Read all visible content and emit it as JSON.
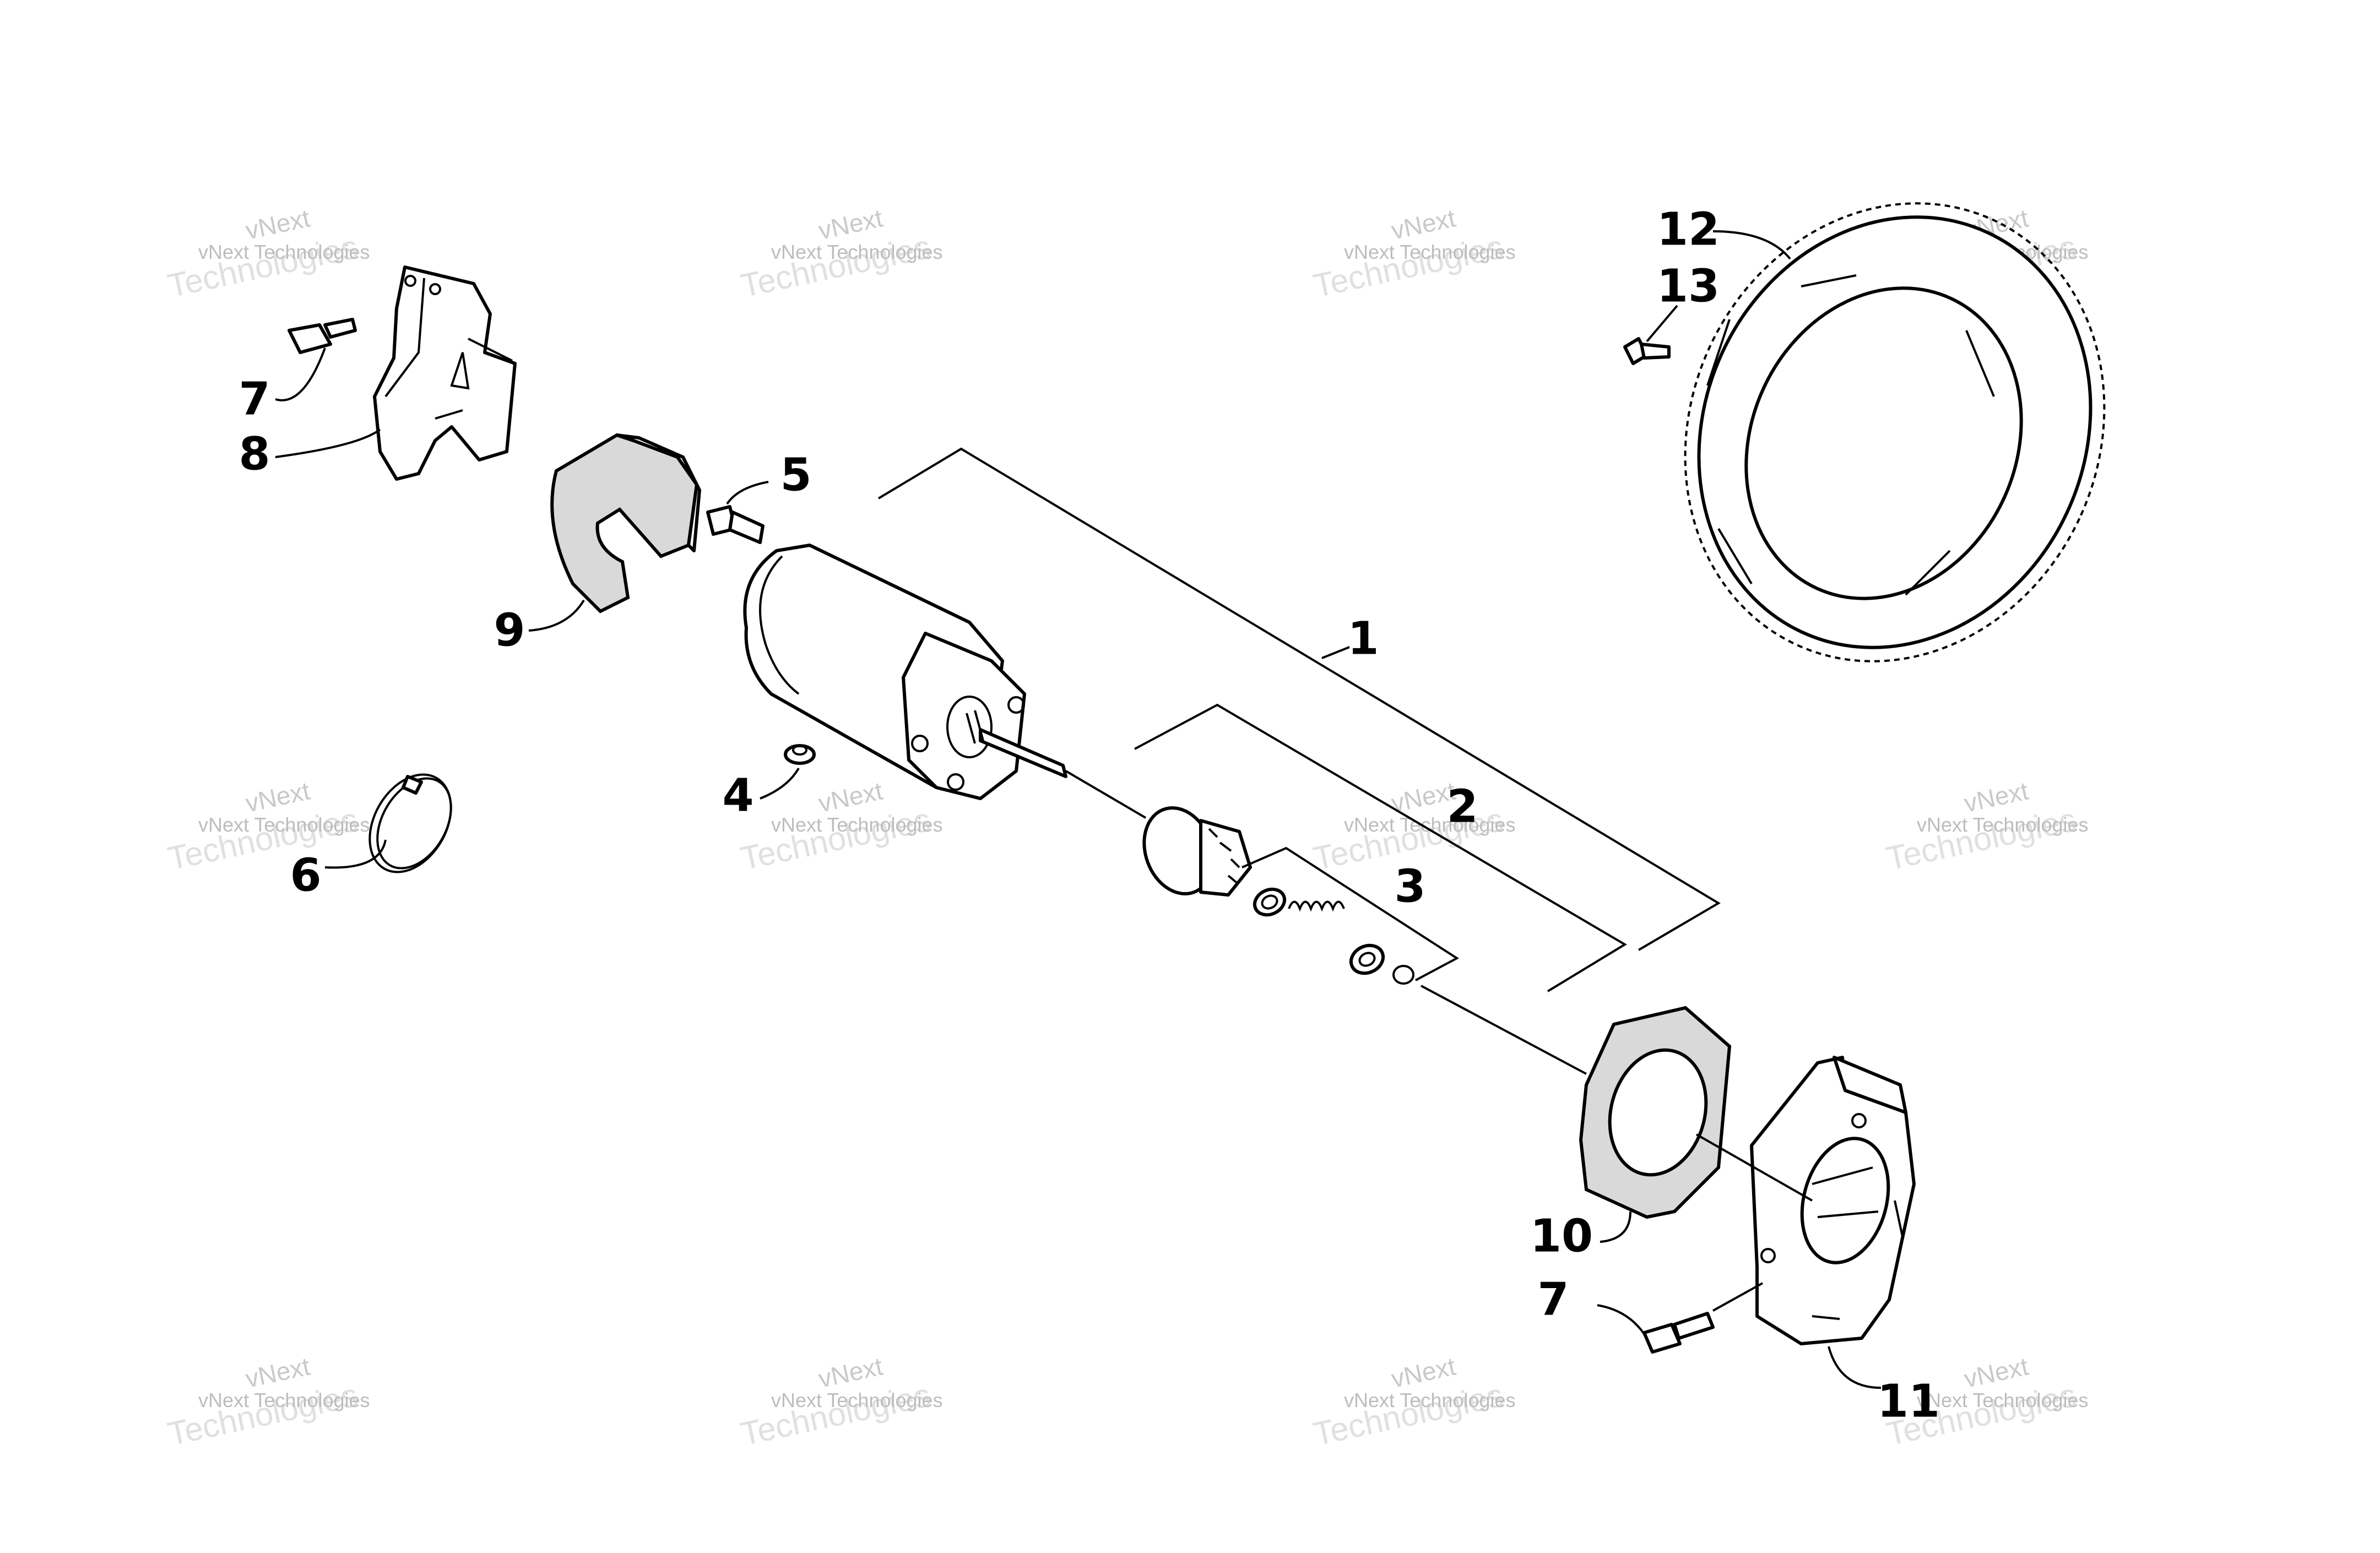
{
  "diagram": {
    "callouts": [
      "1",
      "2",
      "3",
      "4",
      "5",
      "6",
      "7",
      "8",
      "9",
      "10",
      "7",
      "11",
      "12",
      "13"
    ],
    "watermark": {
      "line1": "vNext",
      "line2": "vNext Technologies",
      "big": "Technologies"
    }
  }
}
